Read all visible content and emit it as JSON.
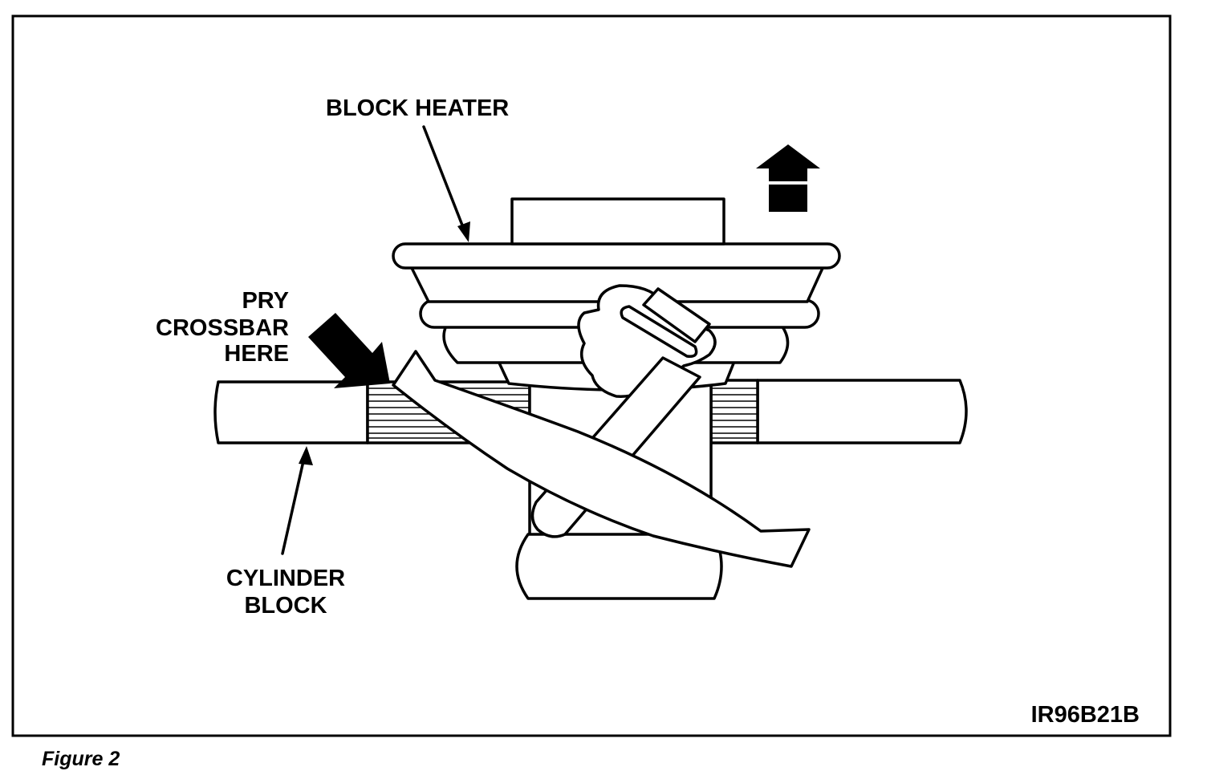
{
  "figure": {
    "labels": {
      "block_heater": "BLOCK HEATER",
      "pry_line1": "PRY",
      "pry_line2": "CROSSBAR",
      "pry_line3": "HERE",
      "cylinder_line1": "CYLINDER",
      "cylinder_line2": "BLOCK"
    },
    "figure_id": "IR96B21B",
    "caption": "Figure 2"
  }
}
